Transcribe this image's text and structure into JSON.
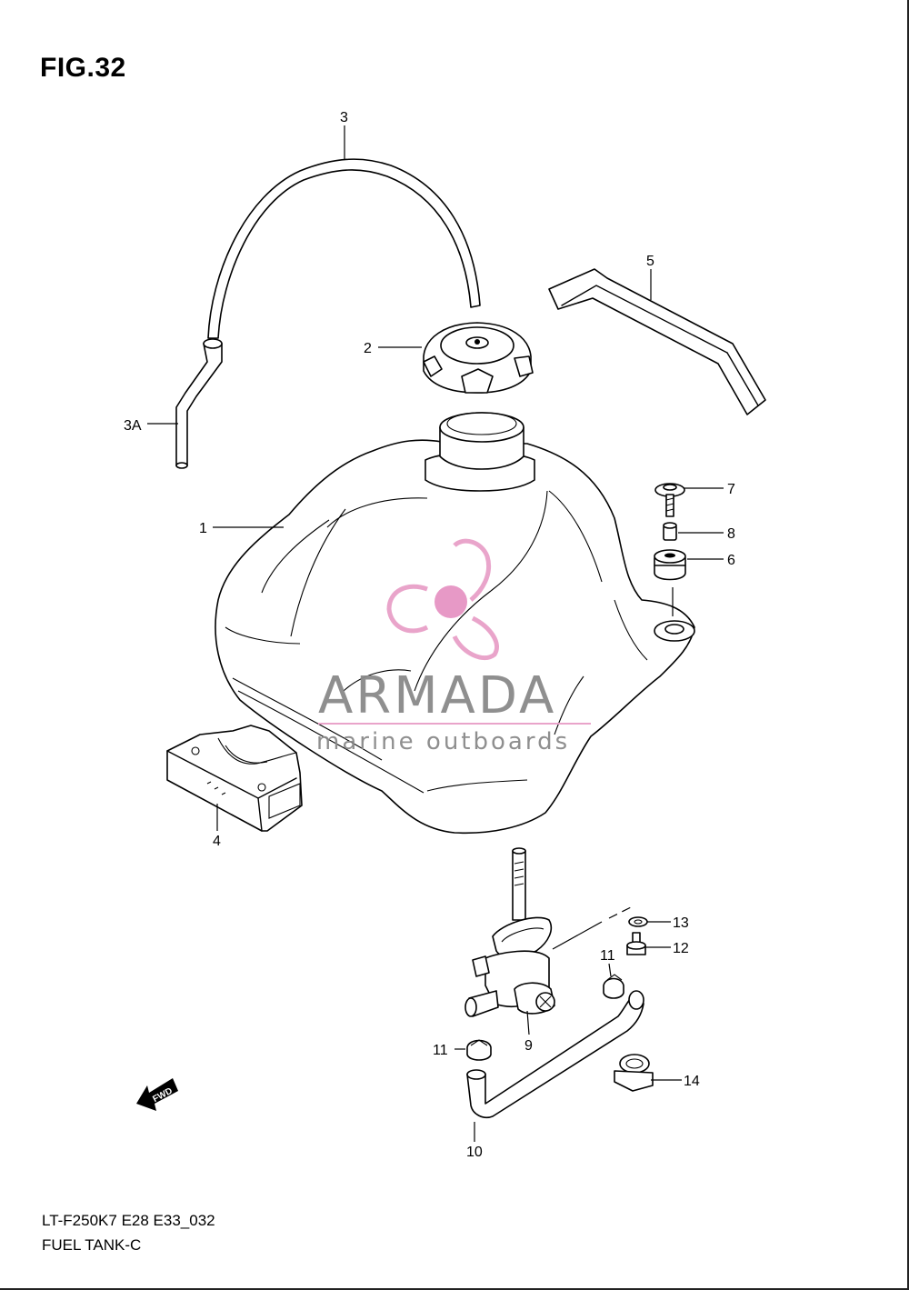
{
  "figure": {
    "title": "FIG.32",
    "model_code": "LT-F250K7 E28 E33_032",
    "section_name": "FUEL TANK-C"
  },
  "callouts": [
    {
      "id": "1",
      "label": "1"
    },
    {
      "id": "2",
      "label": "2"
    },
    {
      "id": "3",
      "label": "3"
    },
    {
      "id": "3A",
      "label": "3A"
    },
    {
      "id": "4",
      "label": "4"
    },
    {
      "id": "5",
      "label": "5"
    },
    {
      "id": "6",
      "label": "6"
    },
    {
      "id": "7",
      "label": "7"
    },
    {
      "id": "8",
      "label": "8"
    },
    {
      "id": "9",
      "label": "9"
    },
    {
      "id": "10",
      "label": "10"
    },
    {
      "id": "11a",
      "label": "11"
    },
    {
      "id": "11b",
      "label": "11"
    },
    {
      "id": "12",
      "label": "12"
    },
    {
      "id": "13",
      "label": "13"
    },
    {
      "id": "14",
      "label": "14"
    }
  ],
  "fwd_marker": "FWD",
  "watermark": {
    "brand": "ARMADA",
    "tagline": "marine outboards",
    "colors": {
      "text": "#8a8a8a",
      "logo": "#e8a0c8",
      "logo_center": "#e080b8"
    }
  }
}
